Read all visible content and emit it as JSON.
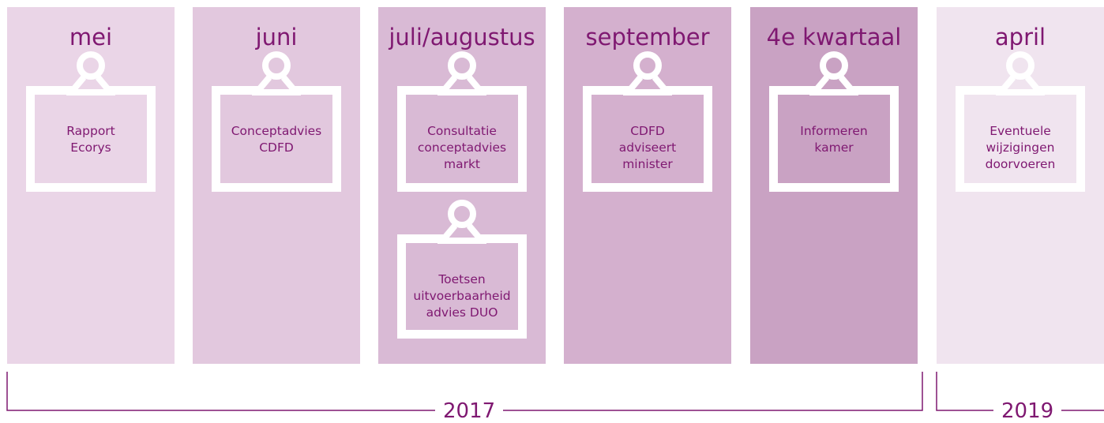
{
  "columns": [
    {
      "title": "mei",
      "color": "#ead5e7",
      "cards": [
        {
          "text": "Rapport\nEcorys"
        }
      ]
    },
    {
      "title": "juni",
      "color": "#e2c8de",
      "cards": [
        {
          "text": "Conceptadvies\nCDFD"
        }
      ]
    },
    {
      "title": "juli/augustus",
      "color": "#d9bad5",
      "cards": [
        {
          "text": "Consultatie\nconceptadvies\nmarkt"
        },
        {
          "text": "Toetsen\nuitvoerbaarheid\nadvies DUO"
        }
      ]
    },
    {
      "title": "september",
      "color": "#d4b0ce",
      "cards": [
        {
          "text": "CDFD\nadviseert\nminister"
        }
      ]
    },
    {
      "title": "4e kwartaal",
      "color": "#c9a2c3",
      "cards": [
        {
          "text": "Informeren\nkamer"
        }
      ]
    },
    {
      "title": "april",
      "color": "#f0e4ef",
      "cards": [
        {
          "text": "Eventuele\nwijzigingen\ndoorvoeren"
        }
      ]
    }
  ],
  "years": [
    {
      "label": "2017"
    },
    {
      "label": "2019"
    }
  ]
}
